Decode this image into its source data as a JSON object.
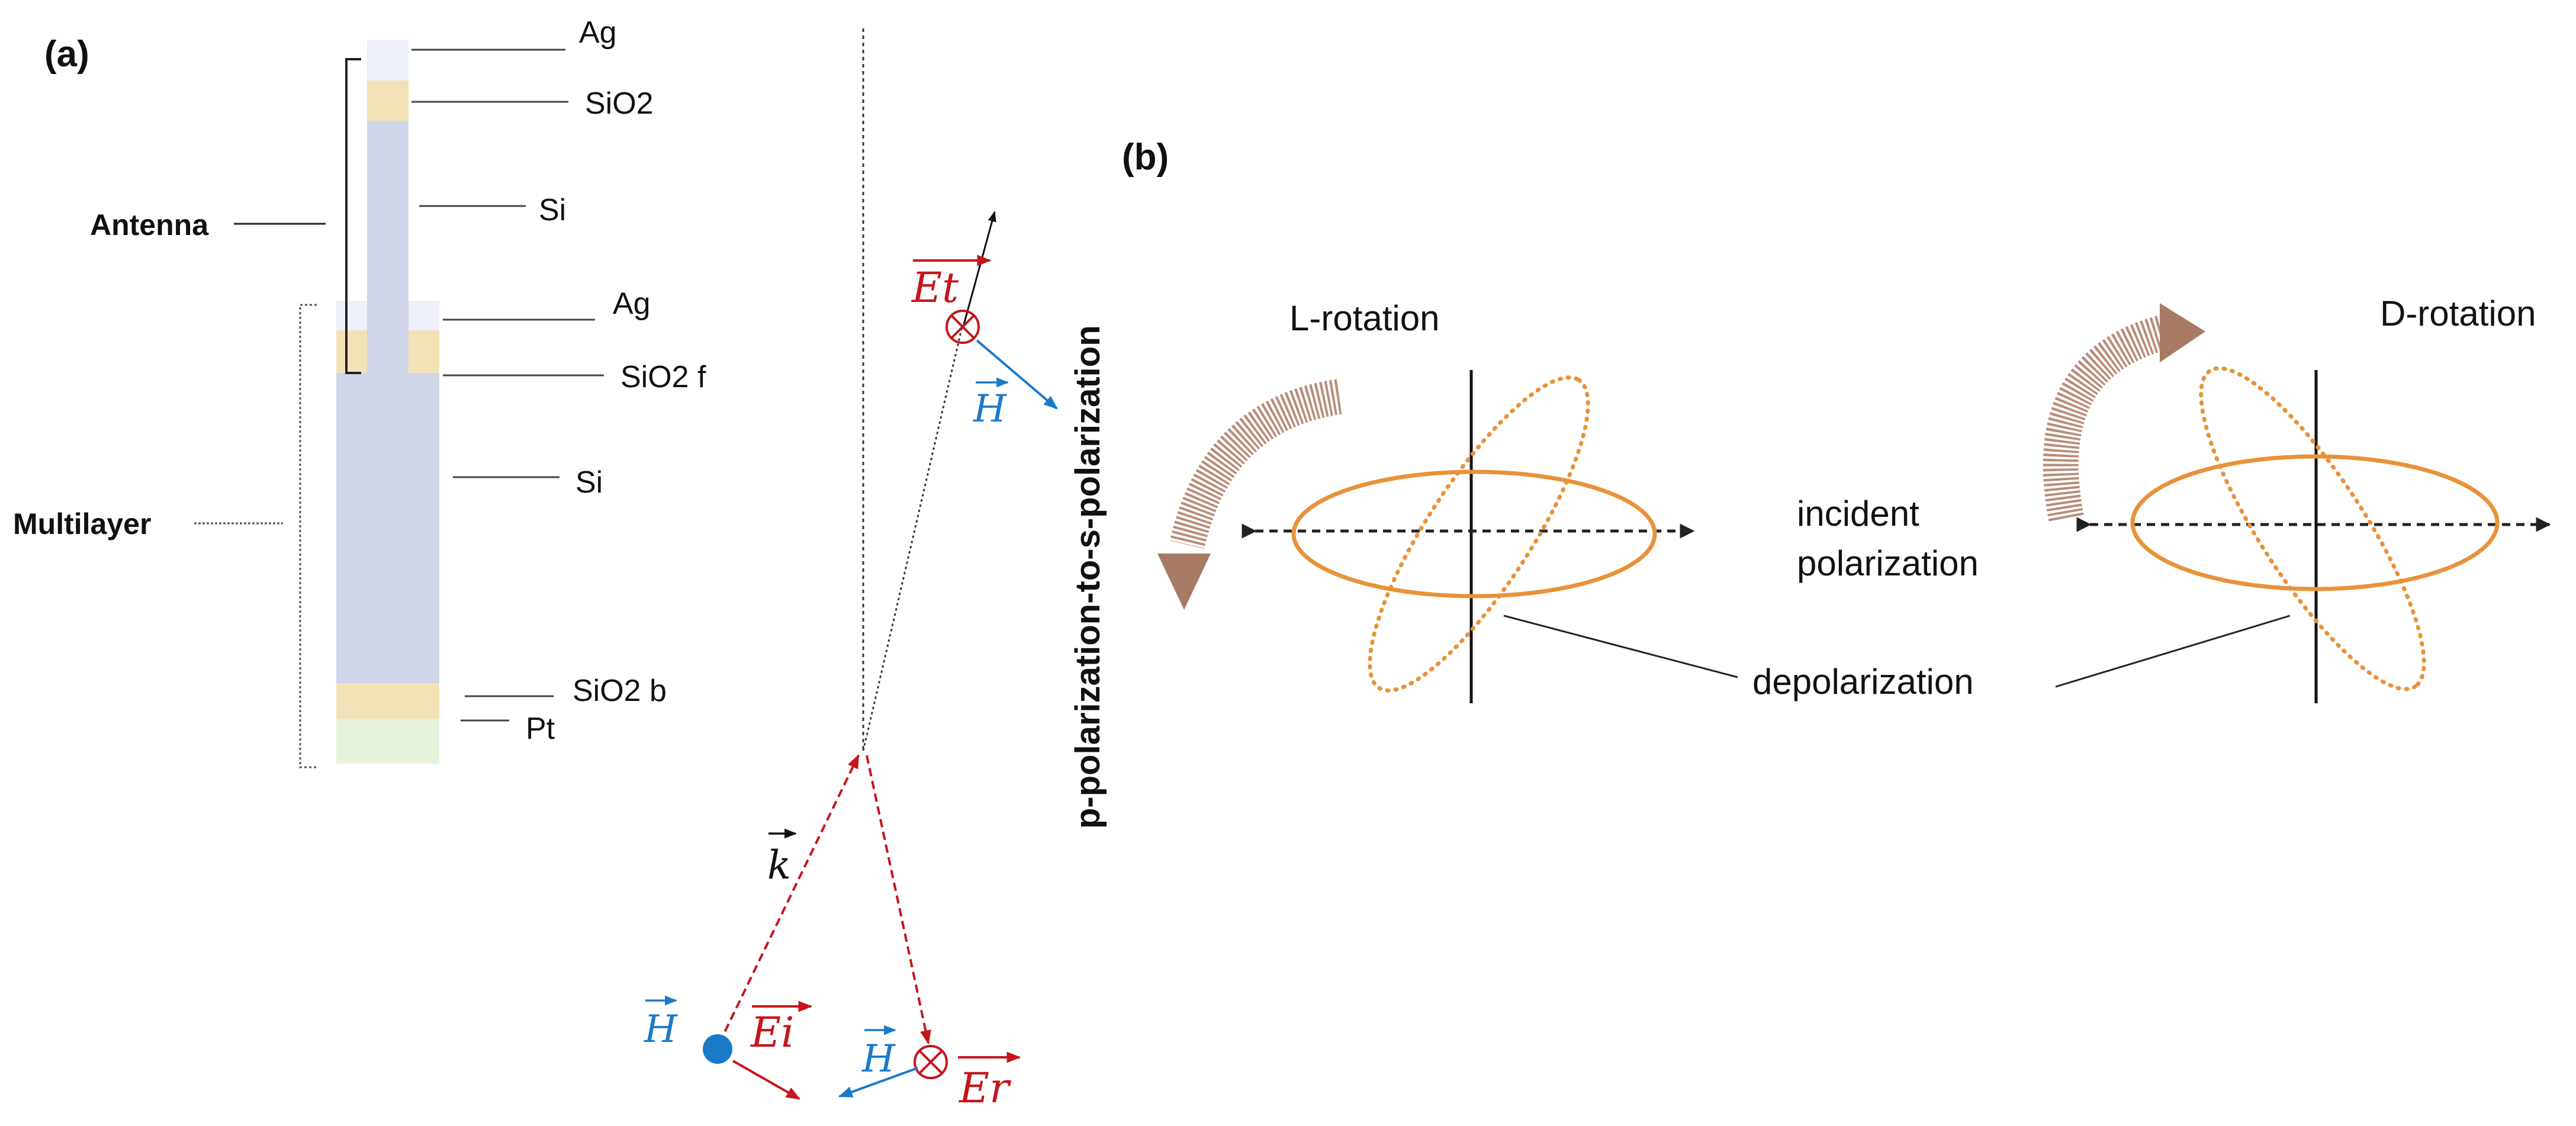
{
  "panel_a": {
    "label": "(a)",
    "layers_top": {
      "ag": "Ag",
      "sio2": "SiO2",
      "si": "Si"
    },
    "layers_bottom": {
      "ag": "Ag",
      "sio2_f": "SiO2 f",
      "si": "Si",
      "sio2_b": "SiO2 b",
      "pt": "Pt"
    },
    "groups": {
      "antenna": "Antenna",
      "multilayer": "Multilayer"
    },
    "fields": {
      "et": "Et",
      "ei": "Ei",
      "er": "Er",
      "h_transmitted": "H",
      "h_incident": "H",
      "h_reflected": "H",
      "k": "k"
    },
    "vertical_caption": {
      "p": "p",
      "p_rest": "-polarization-to-",
      "s": "s",
      "s_rest": "-polarization"
    }
  },
  "panel_b": {
    "label": "(b)",
    "l_rotation": "L-rotation",
    "d_rotation": "D-rotation",
    "incident_line1": "incident",
    "incident_line2": "polarization",
    "depolarization": "depolarization"
  },
  "colors": {
    "layer_si": "#d0d5e8",
    "layer_sio2": "#f3e2b6",
    "layer_ag": "#eef1f9",
    "layer_pt": "#e7f2da",
    "field_red": "#c4161c",
    "field_blue": "#1a7ac8",
    "ellipse_orange": "#e8923a",
    "rotation_brown": "#b78d78"
  }
}
